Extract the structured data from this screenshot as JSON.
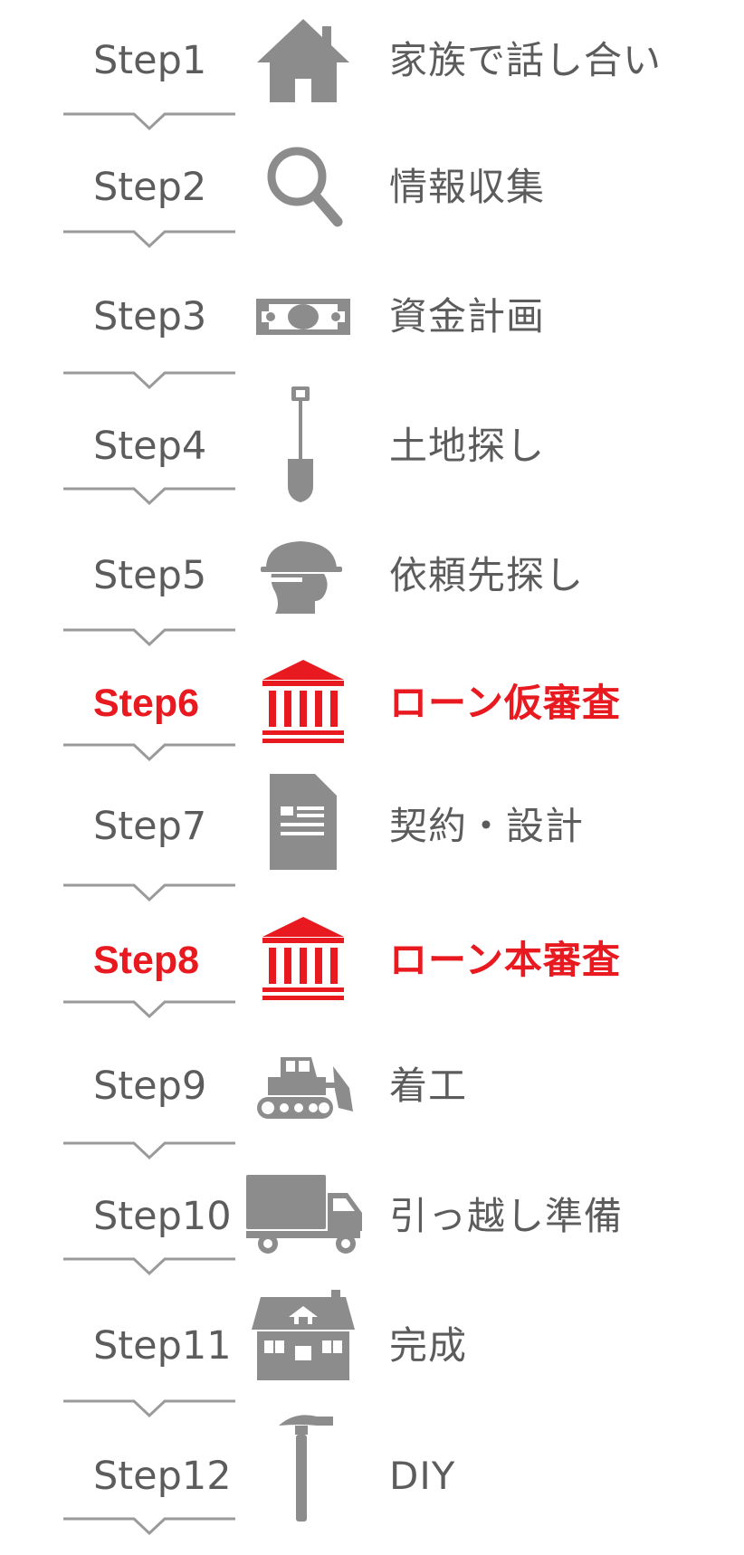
{
  "steps": [
    {
      "label": "Step1",
      "title": "家族で話し合い",
      "icon": "house-icon",
      "highlight": false
    },
    {
      "label": "Step2",
      "title": "情報収集",
      "icon": "search-icon",
      "highlight": false
    },
    {
      "label": "Step3",
      "title": "資金計画",
      "icon": "money-icon",
      "highlight": false
    },
    {
      "label": "Step4",
      "title": "土地探し",
      "icon": "shovel-icon",
      "highlight": false
    },
    {
      "label": "Step5",
      "title": "依頼先探し",
      "icon": "builder-helmet-icon",
      "highlight": false
    },
    {
      "label": "Step6",
      "title": "ローン仮審査",
      "icon": "bank-icon",
      "highlight": true
    },
    {
      "label": "Step7",
      "title": "契約・設計",
      "icon": "document-icon",
      "highlight": false
    },
    {
      "label": "Step8",
      "title": "ローン本審査",
      "icon": "bank-icon",
      "highlight": true
    },
    {
      "label": "Step9",
      "title": "着工",
      "icon": "bulldozer-icon",
      "highlight": false
    },
    {
      "label": "Step10",
      "title": "引っ越し準備",
      "icon": "truck-icon",
      "highlight": false
    },
    {
      "label": "Step11",
      "title": "完成",
      "icon": "completed-house-icon",
      "highlight": false
    },
    {
      "label": "Step12",
      "title": "DIY",
      "icon": "hammer-icon",
      "highlight": false
    }
  ],
  "colors": {
    "text": "#5c5c5c",
    "highlight": "#e8191f",
    "icon": "#8c8c8c",
    "divider": "#9a9a9a"
  }
}
